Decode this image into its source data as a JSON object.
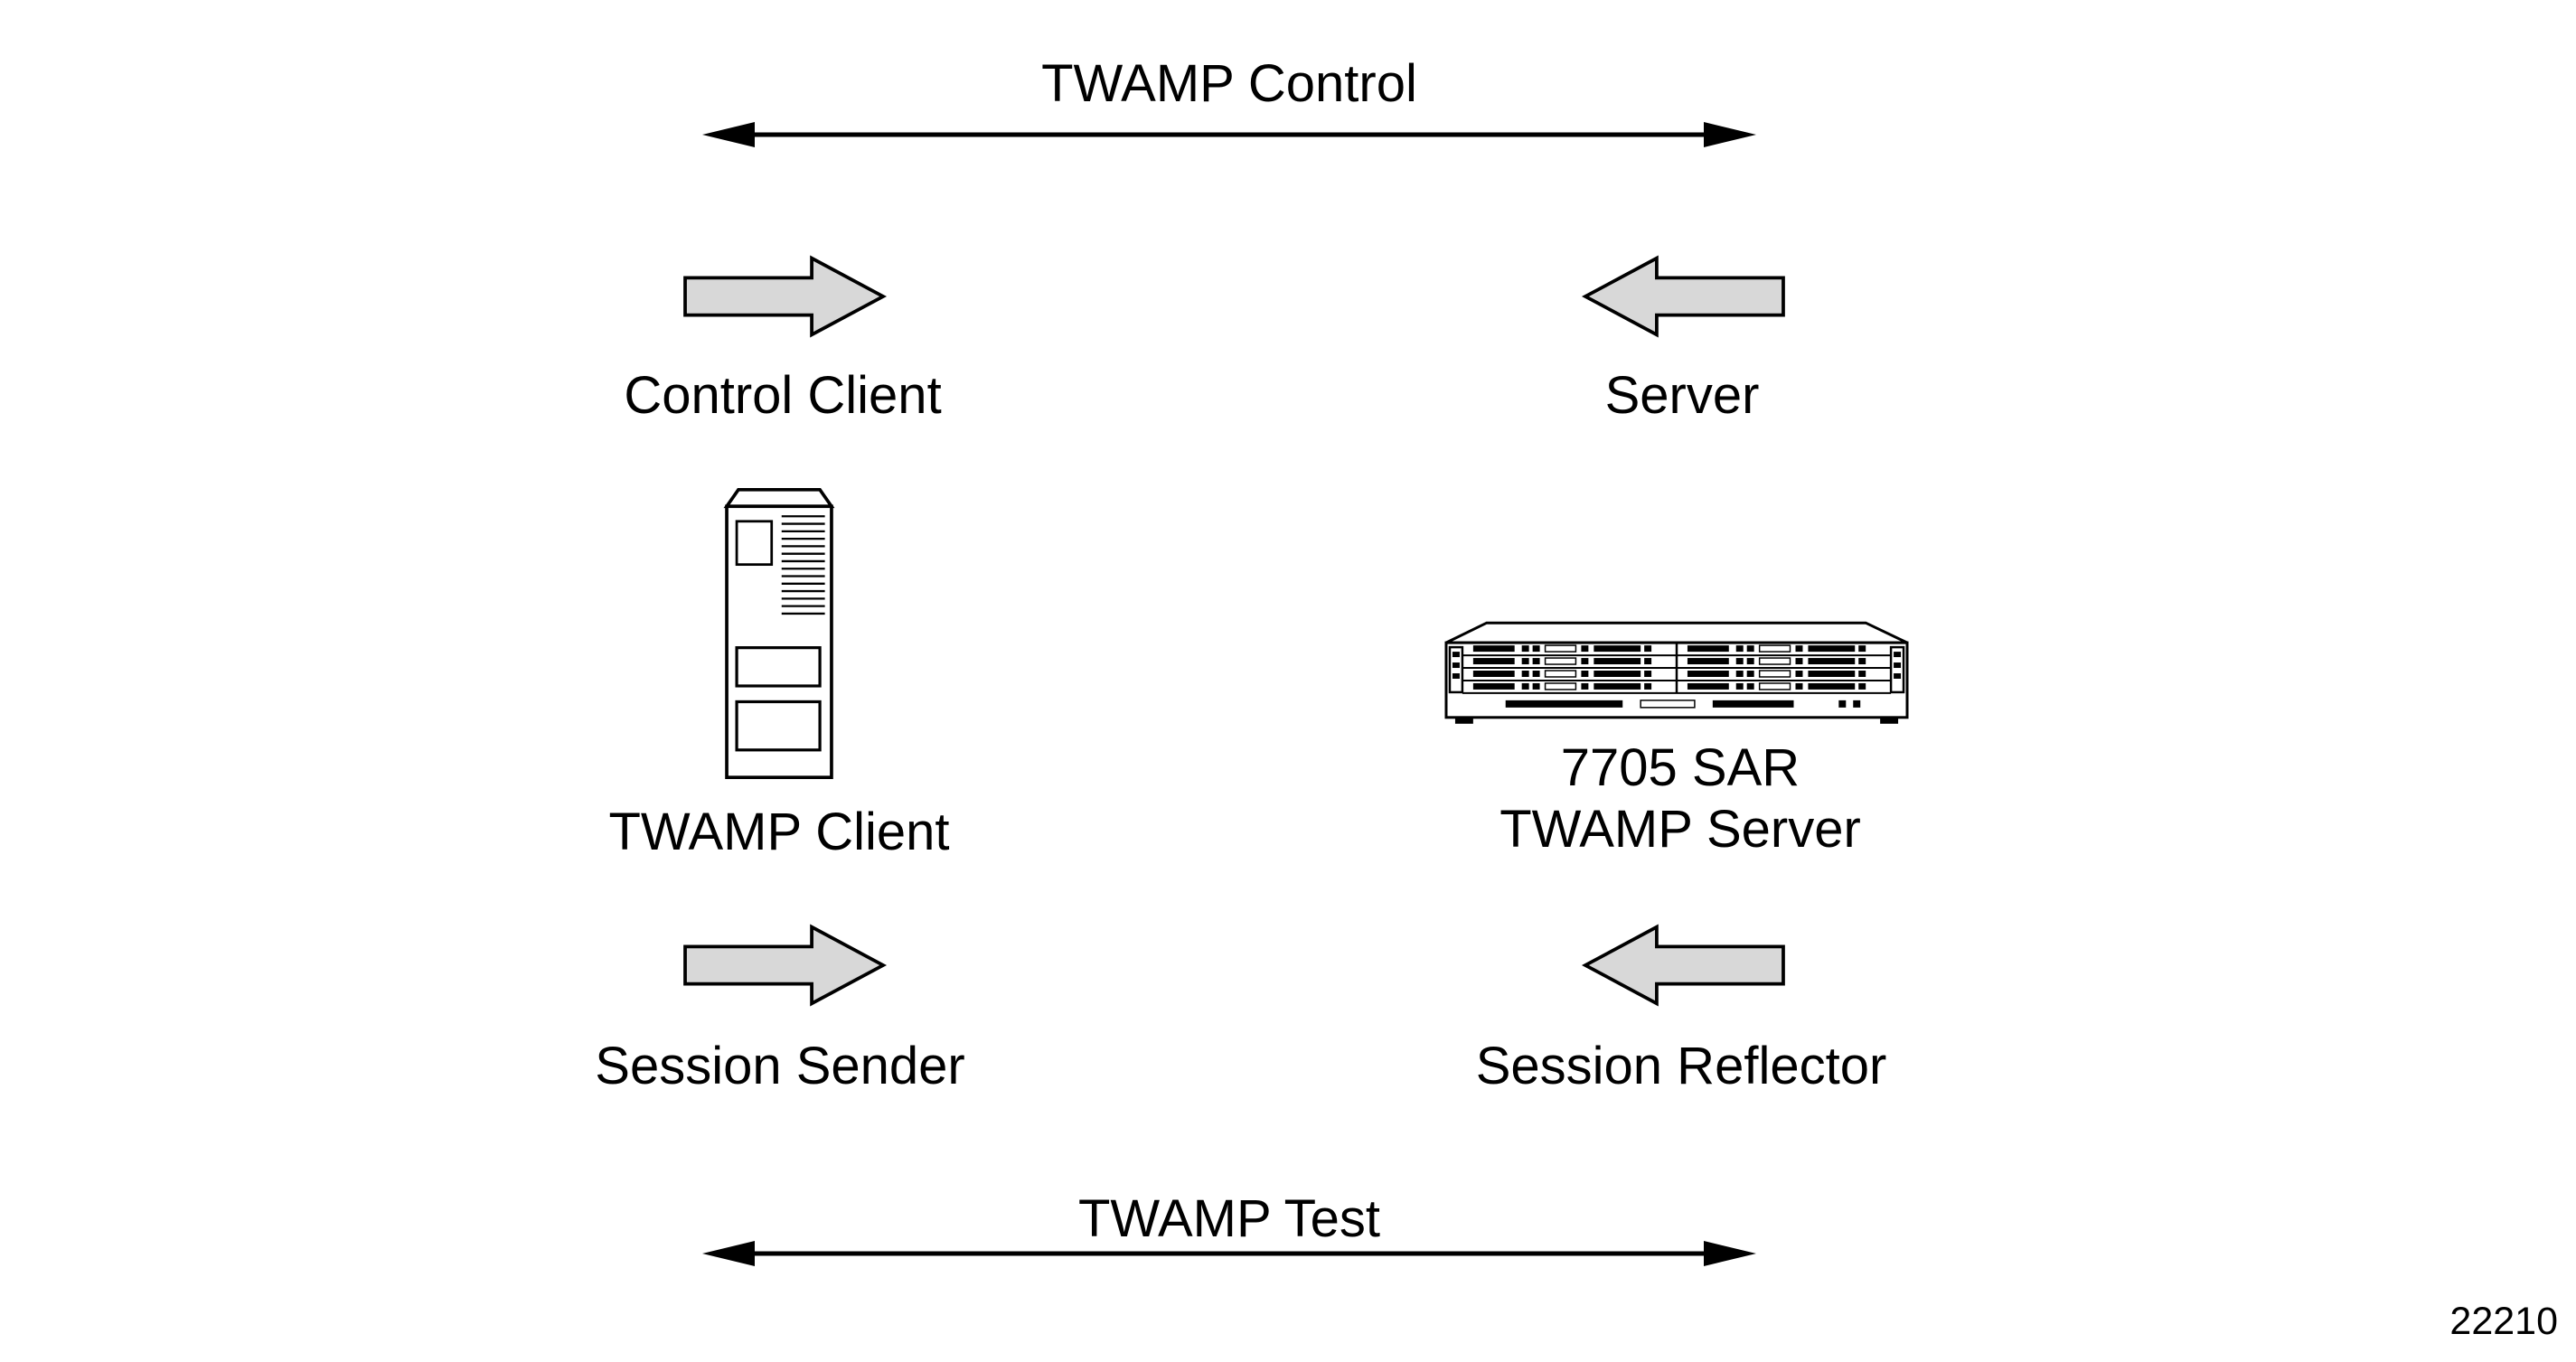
{
  "diagram": {
    "top_title": "TWAMP Control",
    "bottom_title": "TWAMP Test",
    "figure_number": "22210",
    "left_column": {
      "role_top": "Control Client",
      "device": "TWAMP Client",
      "role_bottom": "Session Sender"
    },
    "right_column": {
      "role_top": "Server",
      "device_model": "7705 SAR",
      "device": "TWAMP Server",
      "role_bottom": "Session Reflector"
    },
    "icons": {
      "top_span": "double-headed-arrow-icon",
      "bottom_span": "double-headed-arrow-icon",
      "left_top": "block-arrow-right-icon",
      "right_top": "block-arrow-left-icon",
      "left_bottom": "block-arrow-right-icon",
      "right_bottom": "block-arrow-left-icon",
      "left_device": "tower-server-icon",
      "right_device": "rack-router-icon"
    },
    "colors": {
      "background": "#ffffff",
      "line": "#000000",
      "block_arrow_fill": "#d8d8d8"
    }
  }
}
